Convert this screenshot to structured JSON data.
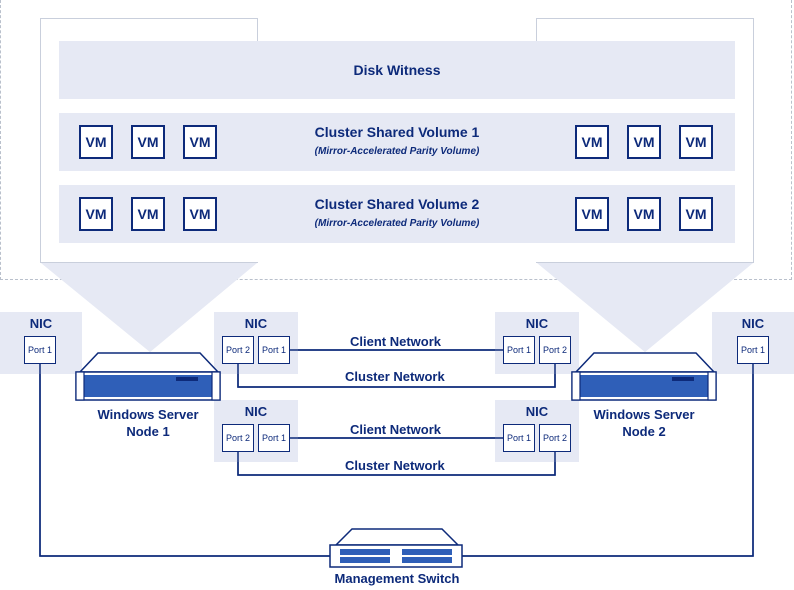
{
  "cluster": {
    "disk_witness": "Disk Witness",
    "csv1": {
      "title": "Cluster Shared Volume 1",
      "subtitle": "(Mirror-Accelerated Parity Volume)"
    },
    "csv2": {
      "title": "Cluster Shared Volume 2",
      "subtitle": "(Mirror-Accelerated Parity Volume)"
    },
    "vm_label": "VM"
  },
  "nics": {
    "label": "NIC",
    "port1": "Port 1",
    "port2": "Port 2"
  },
  "networks": {
    "client": "Client Network",
    "cluster": "Cluster Network"
  },
  "nodes": {
    "node1": {
      "line1": "Windows Server",
      "line2": "Node 1"
    },
    "node2": {
      "line1": "Windows Server",
      "line2": "Node 2"
    }
  },
  "switch": {
    "label": "Management Switch"
  },
  "colors": {
    "navy": "#0d2a7a",
    "panel": "#e6e9f4",
    "border": "#c9cfdc",
    "device": "#2f5fb8"
  }
}
